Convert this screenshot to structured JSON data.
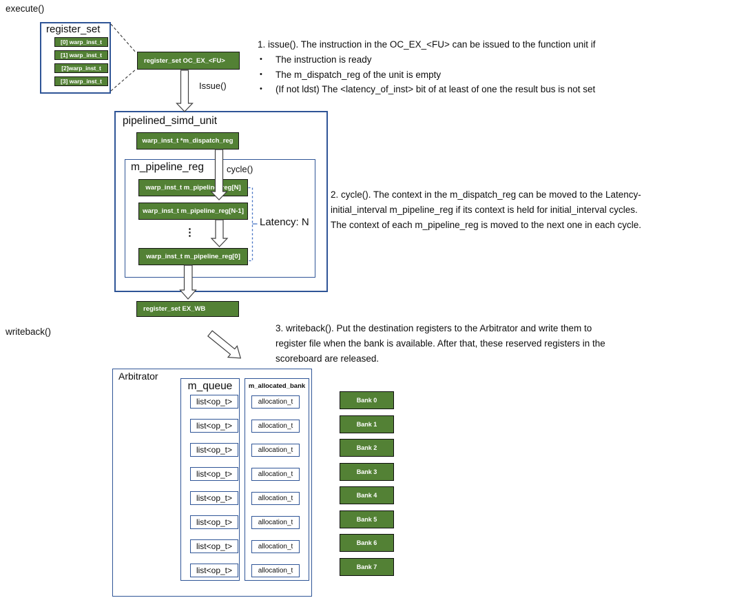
{
  "stage_labels": {
    "execute": "execute()",
    "writeback": "writeback()"
  },
  "arrow_labels": {
    "issue": "Issue()",
    "cycle": "cycle()",
    "latency": "Latency: N"
  },
  "register_set": {
    "title": "register_set",
    "slots": [
      "[0] warp_inst_t",
      "[1] warp_inst_t",
      "[2]warp_inst_t",
      "[3] warp_inst_t"
    ]
  },
  "oc_ex_reg": {
    "label": "register_set OC_EX_<FU>"
  },
  "simd_unit": {
    "title": "pipelined_simd_unit",
    "dispatch_reg": "warp_inst_t *m_dispatch_reg",
    "pipeline": {
      "title": "m_pipeline_reg",
      "reg_n": "warp_inst_t m_pipeline_reg[N]",
      "reg_n1": "warp_inst_t m_pipeline_reg[N-1]",
      "reg_0": "warp_inst_t m_pipeline_reg[0]",
      "ellipsis": "⋮"
    }
  },
  "ex_wb_reg": {
    "label": "register_set EX_WB"
  },
  "notes": {
    "bullet_char": "•",
    "note1_title": "1. issue().  The instruction in the OC_EX_<FU> can be issued to the function unit if",
    "note1_bullets": [
      "The instruction is ready",
      "The m_dispatch_reg of the unit is empty",
      "(If not ldst) The <latency_of_inst> bit of at least of one the result bus is not set"
    ],
    "note2_lines": [
      "2. cycle(). The context in the m_dispatch_reg can be moved to the Latency-",
      "initial_interval  m_pipeline_reg if its context is held for initial_interval cycles.",
      "The context of each m_pipeline_reg is moved to the next one in each cycle."
    ],
    "note3_lines": [
      "3. writeback(). Put the destination registers to the Arbitrator and write them to",
      "register file when the bank is available. After that, these reserved registers in the",
      "scoreboard are released."
    ]
  },
  "arbitrator": {
    "title": "Arbitrator",
    "m_queue": {
      "title": "m_queue",
      "items": [
        "list<op_t>",
        "list<op_t>",
        "list<op_t>",
        "list<op_t>",
        "list<op_t>",
        "list<op_t>",
        "list<op_t>",
        "list<op_t>"
      ]
    },
    "m_allocated_bank": {
      "title": "m_allocated_bank",
      "items": [
        "allocation_t",
        "allocation_t",
        "allocation_t",
        "allocation_t",
        "allocation_t",
        "allocation_t",
        "allocation_t",
        "allocation_t"
      ]
    }
  },
  "banks": [
    "Bank 0",
    "Bank 1",
    "Bank 2",
    "Bank 3",
    "Bank 4",
    "Bank 5",
    "Bank 6",
    "Bank 7"
  ],
  "colors": {
    "box_green": "#538135",
    "border_blue": "#2e5496",
    "bracket_blue": "#4472c4",
    "arrow_outline": "#3f3f3f"
  }
}
